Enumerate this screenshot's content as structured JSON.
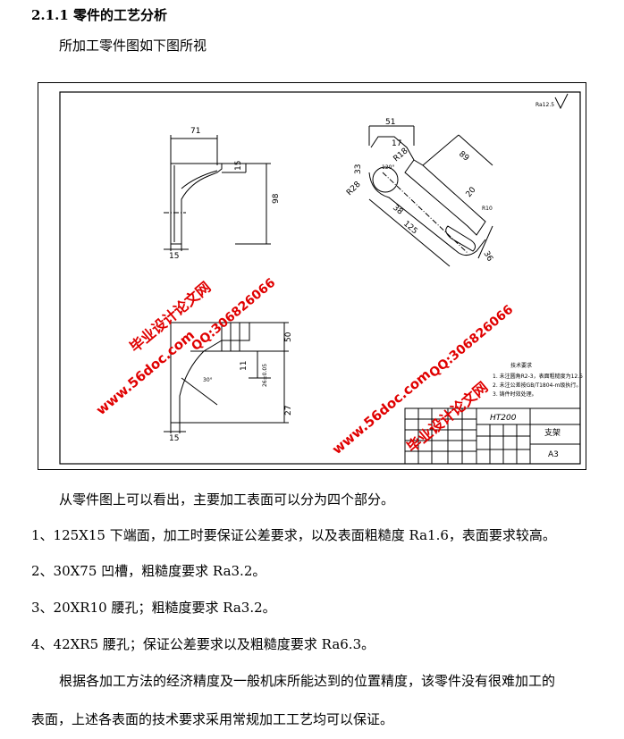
{
  "section": {
    "heading": "2.1.1 零件的工艺分析",
    "intro": "所加工零件图如下图所视"
  },
  "drawing": {
    "dimensions": [
      "71",
      "15",
      "98",
      "15",
      "51",
      "17",
      "120°",
      "33",
      "R28",
      "R18",
      "89",
      "20",
      "R10",
      "38",
      "125",
      "36",
      "50",
      "11",
      "26±0.05",
      "27",
      "15",
      "30°"
    ],
    "title_block": {
      "material": "HT200",
      "part_name": "支架",
      "sheet_size": "A3"
    },
    "notes_title": "技术要求",
    "notes": [
      "1. 未注圆角R2-3，表面粗糙度为12.5",
      "2. 未注公差按GB/T1804-m级执行。",
      "3. 铸件时效处理。"
    ],
    "roughness": "Ra12.5",
    "watermarks": {
      "site_cn": "毕业设计论文网",
      "qq": "QQ:306826066",
      "url": "www.56doc.com"
    }
  },
  "body": {
    "paragraphs": [
      "从零件图上可以看出，主要加工表面可以分为四个部分。",
      "1、125X15 下端面，加工时要保证公差要求，以及表面粗糙度 Ra1.6，表面要求较高。",
      "2、30X75 凹槽，粗糙度要求 Ra3.2。",
      "3、20XR10 腰孔；粗糙度要求 Ra3.2。",
      "4、42XR5 腰孔；保证公差要求以及粗糙度要求 Ra6.3。",
      "根据各加工方法的经济精度及一般机床所能达到的位置精度，该零件没有很难加工的",
      "表面，上述各表面的技术要求采用常规加工工艺均可以保证。"
    ]
  }
}
